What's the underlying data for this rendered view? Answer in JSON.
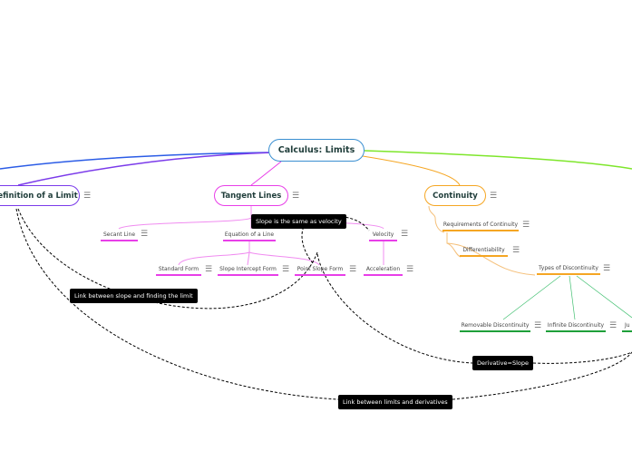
{
  "central": {
    "label": "Calculus: Limits",
    "color": "#3a8fd1"
  },
  "topics": [
    {
      "label": "Definition of a Limit",
      "color": "#7b3bea"
    },
    {
      "label": "Tangent Lines",
      "color": "#e83fe8"
    },
    {
      "label": "Continuity",
      "color": "#f5a623"
    }
  ],
  "tangent_children": [
    "Secant Line",
    "Equation of a Line",
    "Velocity",
    "Standard Form",
    "Slope Intercept Form",
    "Point Slope Form",
    "Acceleration"
  ],
  "continuity_children": [
    "Requirements of Continuity",
    "Differentiability",
    "Types of Discontinuity",
    "Removable Discontinuity",
    "Infinite Discontinuity",
    "Ju"
  ],
  "relationship_labels": [
    "Slope is the same as velocity",
    "Link between slope and finding the limit",
    "Derivative=Slope",
    "Link between limits and derivatives"
  ],
  "menu_icon": "hamburger-icon"
}
